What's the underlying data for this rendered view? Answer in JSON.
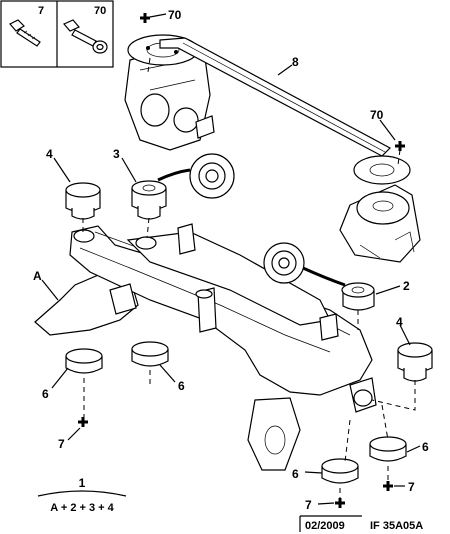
{
  "inset": {
    "left_label": "7",
    "right_label": "70"
  },
  "callouts": {
    "top_70": "70",
    "bar_8": "8",
    "right_70": "70",
    "c4_left": "4",
    "c3": "3",
    "cA": "A",
    "c2": "2",
    "c4_right": "4",
    "c6_left": "6",
    "c6_mid": "6",
    "c7_left": "7",
    "c6_br": "6",
    "c6_bm": "6",
    "c7_br": "7",
    "c7_bm": "7"
  },
  "formula": {
    "title": "1",
    "expr": "A + 2 + 3 + 4"
  },
  "footer": {
    "date": "02/2009",
    "ref": "IF 35A05A"
  }
}
